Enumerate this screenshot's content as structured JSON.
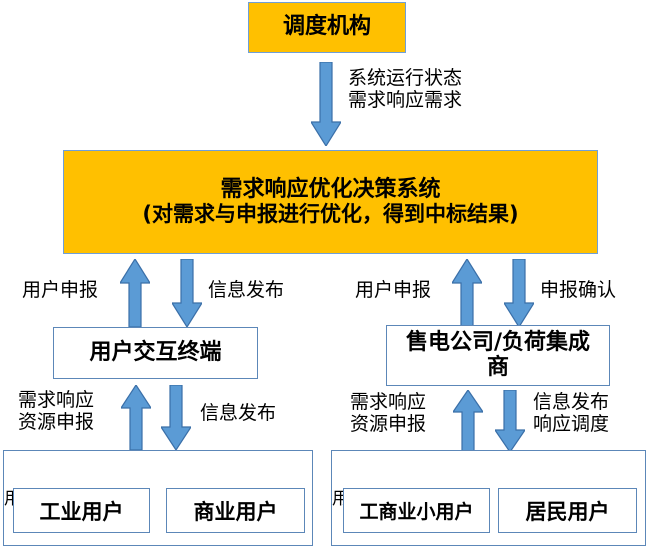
{
  "diagram": {
    "title_top": "调度机构",
    "main_system": {
      "line1": "需求响应优化决策系统",
      "line2": "(对需求与申报进行优化，得到中标结果)"
    },
    "edges": {
      "top_down": "系统运行状态\n需求响应需求",
      "left_up_1": "用户申报",
      "left_down_1": "信息发布",
      "right_up_1": "用户申报",
      "right_down_1": "申报确认",
      "left_up_2": "需求响应\n资源申报",
      "left_down_2": "信息发布",
      "right_up_2": "需求响应\n资源申报",
      "right_down_2": "信息发布\n响应调度"
    },
    "left_branch": {
      "terminal": "用户交互终端",
      "group_title": "用户",
      "leaves": [
        "工业用户",
        "商业用户"
      ]
    },
    "right_branch": {
      "terminal": "售电公司/负荷集成商",
      "group_title": "用户",
      "leaves": [
        "工商业小用户",
        "居民用户"
      ]
    },
    "colors": {
      "yellow_fill": "#FFC000",
      "yellow_border": "#6F9FD8",
      "box_border": "#5C87B8",
      "arrow_fill": "#5B9BD5",
      "arrow_stroke": "#3A6FA8",
      "text": "#000000"
    }
  }
}
